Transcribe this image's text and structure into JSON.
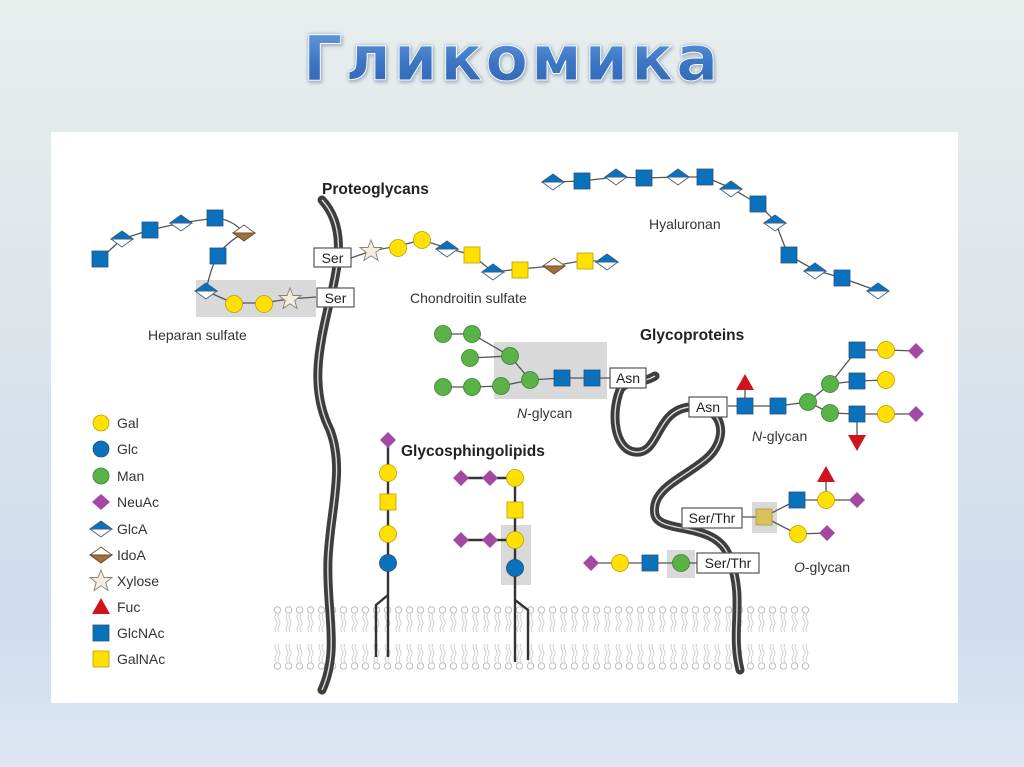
{
  "slide": {
    "title": "Гликомика"
  },
  "diagram": {
    "headings": {
      "proteoglycans": "Proteoglycans",
      "glycoproteins": "Glycoproteins",
      "glycosphingolipids": "Glycosphingolipids"
    },
    "labels": {
      "heparan_sulfate": "Heparan sulfate",
      "chondroitin_sulfate": "Chondroitin sulfate",
      "hyaluronan": "Hyaluronan",
      "n_glycan_1_italic": "N",
      "n_glycan_1_rest": "-glycan",
      "n_glycan_2_italic": "N",
      "n_glycan_2_rest": "-glycan",
      "o_glycan_italic": "O",
      "o_glycan_rest": "-glycan"
    },
    "attachment_residues": {
      "ser_1": "Ser",
      "ser_2": "Ser",
      "asn_1": "Asn",
      "asn_2": "Asn",
      "ser_thr_1": "Ser/Thr",
      "ser_thr_2": "Ser/Thr"
    },
    "chains": {
      "heparan_sulfate": [
        "GlcNAc",
        "GlcA",
        "GlcNAc",
        "GlcA",
        "GlcNAc",
        "IdoA",
        "GlcNAc",
        "GlcA",
        "Gal",
        "Gal",
        "Xylose"
      ],
      "chondroitin_sulfate": [
        "Xylose",
        "Gal",
        "Gal",
        "GlcA",
        "GalNAc",
        "GlcA",
        "GalNAc",
        "IdoA",
        "GalNAc",
        "GlcA"
      ],
      "hyaluronan": [
        "GlcA",
        "GlcNAc",
        "GlcA",
        "GlcNAc",
        "GlcA",
        "GlcNAc",
        "GlcA",
        "GlcNAc",
        "GlcA",
        "GlcNAc",
        "GlcA",
        "GlcNAc",
        "GlcA"
      ]
    }
  },
  "legend": {
    "items": [
      {
        "label": "Gal",
        "shape": "circle",
        "color": "#ffe000"
      },
      {
        "label": "Glc",
        "shape": "circle",
        "color": "#0072bc"
      },
      {
        "label": "Man",
        "shape": "circle",
        "color": "#5ab347"
      },
      {
        "label": "NeuAc",
        "shape": "diamond",
        "color": "#a349a4"
      },
      {
        "label": "GlcA",
        "shape": "half-diamond-top",
        "color": "#0072bc"
      },
      {
        "label": "IdoA",
        "shape": "half-diamond-bottom",
        "color": "#a0703a"
      },
      {
        "label": "Xylose",
        "shape": "star",
        "color": "#f3ece0"
      },
      {
        "label": "Fuc",
        "shape": "triangle",
        "color": "#d0131c"
      },
      {
        "label": "GlcNAc",
        "shape": "square",
        "color": "#0072bc"
      },
      {
        "label": "GalNAc",
        "shape": "square",
        "color": "#ffe000"
      }
    ]
  },
  "colors": {
    "blue": "#0a72bd",
    "yellow": "#ffe000",
    "green": "#5ab347",
    "purple": "#a349a4",
    "brown": "#a0703a",
    "red": "#d0131c",
    "shade": "#d9d9d9",
    "protein": "#4a4a4a"
  }
}
